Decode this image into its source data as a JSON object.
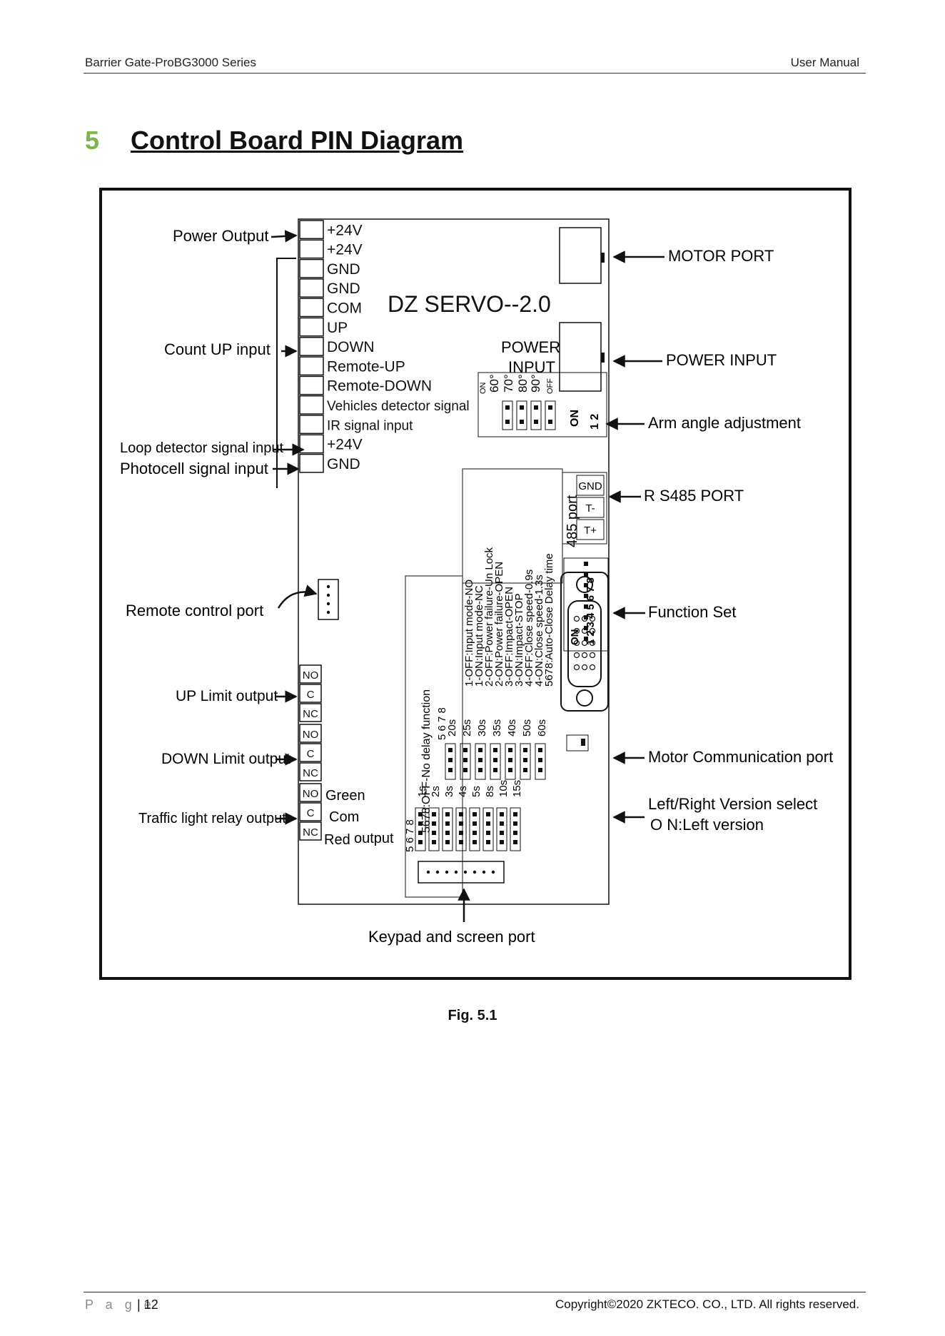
{
  "header": {
    "left": "Barrier Gate-ProBG3000 Series",
    "right": "User Manual"
  },
  "section": {
    "number": "5",
    "title": "Control Board PIN Diagram"
  },
  "diagram": {
    "board_name": "DZ SERVO--2.0",
    "callouts": {
      "power_output": "Power Output",
      "count_up_input": "Count UP input",
      "loop_detector": "Loop detector signal input",
      "photocell": "Photocell signal input",
      "remote_control_port": "Remote control port",
      "up_limit_output": "UP Limit output",
      "down_limit_output": "DOWN Limit output",
      "traffic_light": "Traffic light relay output",
      "motor_port": "MOTOR PORT",
      "power_input": "POWER INPUT",
      "arm_angle": "Arm angle adjustment",
      "rs485_port": "R S485 PORT",
      "function_set": "Function Set",
      "motor_comm": "Motor Communication port",
      "lr_select_1": "Left/Right Version select",
      "lr_select_2": "O N:Left version",
      "keypad_port": "Keypad and screen port"
    },
    "terminals": [
      "+24V",
      "+24V",
      "GND",
      "GND",
      "COM",
      "UP",
      "DOWN",
      "Remote-UP",
      "Remote-DOWN",
      "Vehicles detector signal",
      "IR signal input",
      "+24V",
      "GND"
    ],
    "power_input_label": [
      "POWER",
      "INPUT"
    ],
    "angle_labels": [
      "ON",
      "60°",
      "70°",
      "80°",
      "90°",
      "OFF"
    ],
    "dip_on": "ON",
    "dip_12": "1 2",
    "rs485_label": "485 port",
    "rs485_pins": [
      "GND",
      "T-",
      "T+"
    ],
    "function_text": [
      "1-OFF:Input mode-NO",
      "1-ON:Input mode-NC",
      "2-OFF:Power failure-Un Lock",
      "2-ON:Power failure-OPEN",
      "3-OFF:Impact-OPEN",
      "3-ON:Impact-STOP",
      "4-OFF:Close speed-0.9s",
      "4-ON:Close speed-1.3s",
      "5678:Auto-Close Delay time"
    ],
    "function_dip": "12345678",
    "no_delay": "5678:OFF-No delay function",
    "delay_upper": [
      "20s",
      "25s",
      "30s",
      "35s",
      "40s",
      "50s",
      "60s"
    ],
    "delay_lower": [
      "1s",
      "2s",
      "3s",
      "4s",
      "5s",
      "8s",
      "10s",
      "15s"
    ],
    "dip_5678": "5 6 7 8",
    "relay_labels": [
      "NO",
      "C",
      "NC"
    ],
    "traffic_colors": [
      "Green",
      "Com",
      "Red"
    ],
    "output_word": "output"
  },
  "caption": "Fig. 5.1",
  "footer": {
    "page_word": "P a g e",
    "page_number": "| 12",
    "copyright": "Copyright©2020 ZKTECO. CO., LTD. All rights reserved."
  }
}
